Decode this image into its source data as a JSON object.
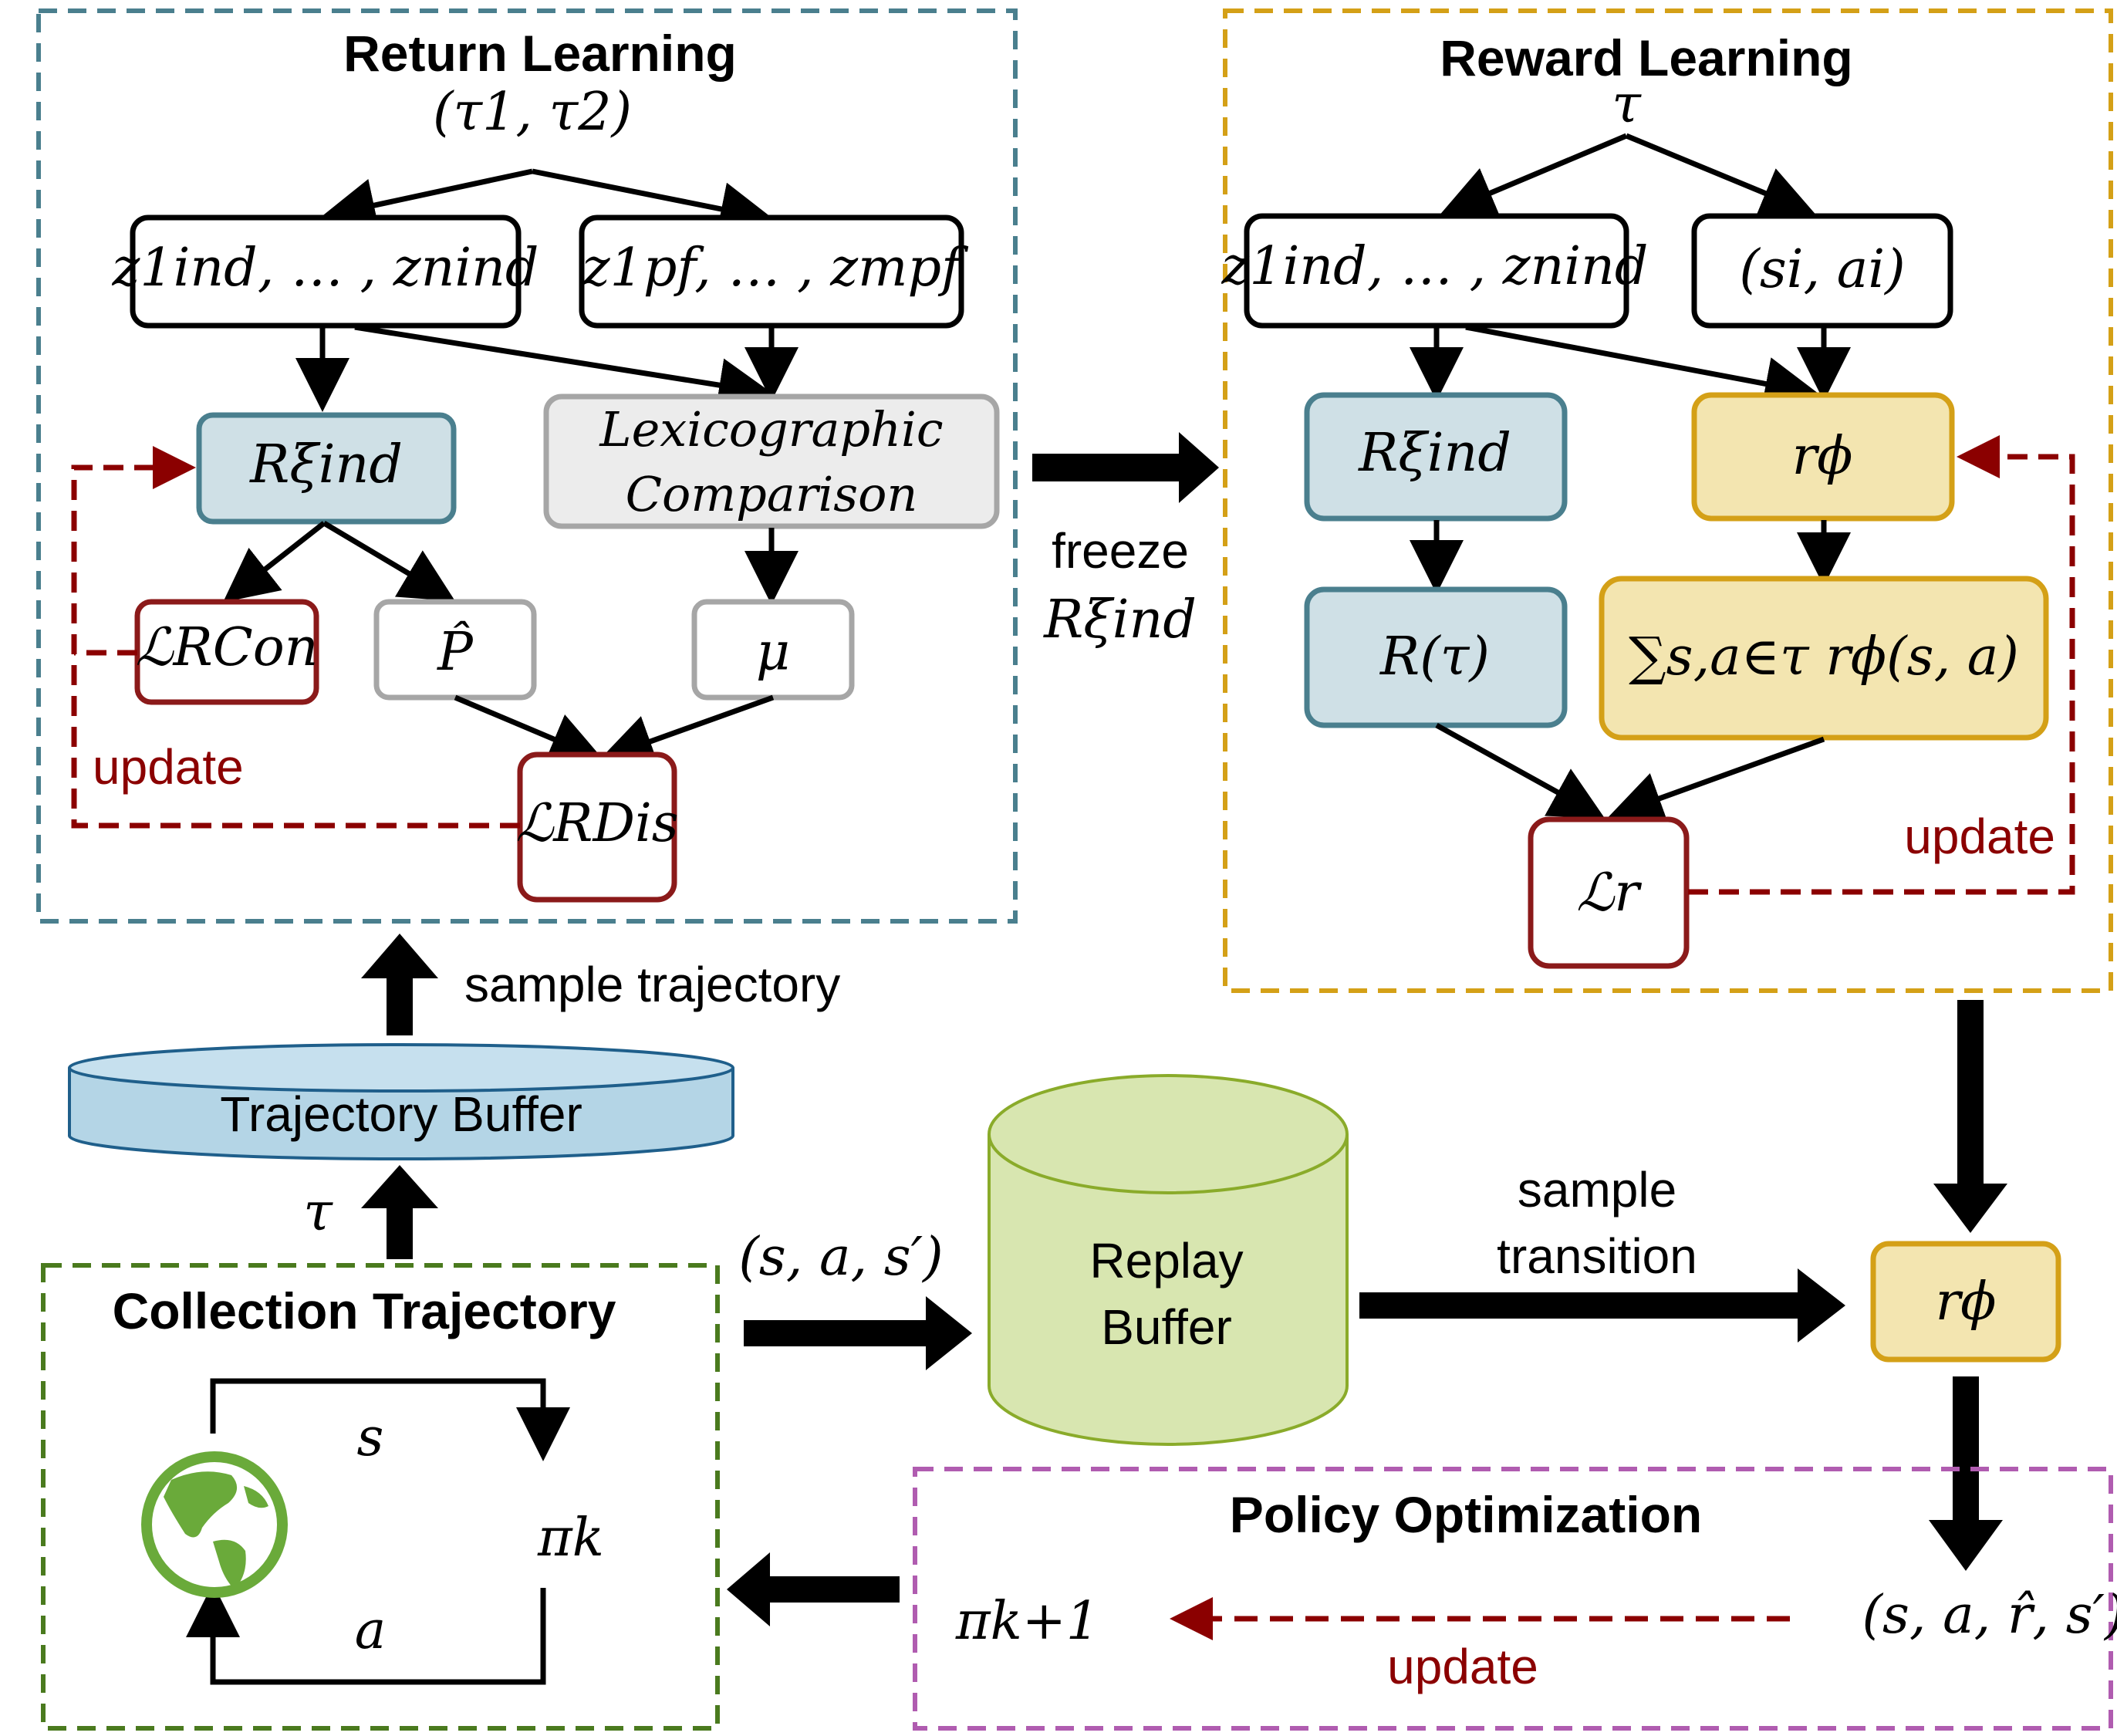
{
  "colors": {
    "return_frame": "#4a7f8e",
    "reward_frame": "#d4a017",
    "collection_frame": "#4a7a1e",
    "policy_frame": "#b05cb0",
    "update_red": "#8b0000",
    "ind_box_fill": "#cfe0e6",
    "ind_box_stroke": "#4a7f8e",
    "reward_box_fill": "#f3e5b0",
    "reward_box_stroke": "#d4a017",
    "traj_buffer_fill": "#b4d5e6",
    "replay_buffer_fill": "#d8e6b0",
    "globe_green": "#6aaa3a"
  },
  "return_learning": {
    "title": "Return Learning",
    "input": "(τ1, τ2)",
    "z_ind": "z1ind, … , znind",
    "z_pf": "z1pf, … , zmpf",
    "r_xi": "Rξind",
    "lexi_line1": "Lexicographic",
    "lexi_line2": "Comparison",
    "loss_con": "ℒRCon",
    "p_hat": "P̂",
    "mu": "μ",
    "loss_dis": "ℒRDis",
    "update_label": "update"
  },
  "freeze": {
    "label": "freeze",
    "target": "Rξind"
  },
  "reward_learning": {
    "title": "Reward Learning",
    "input": "τ",
    "z_ind": "z1ind, … , znind",
    "state_action": "(si, ai)",
    "r_xi": "Rξind",
    "r_phi": "rϕ",
    "return_tau": "R(τ)",
    "sum_expr": "∑s,a∈τ rϕ(s, a)",
    "loss_r": "ℒr",
    "update_label": "update"
  },
  "sample_trajectory_label": "sample trajectory",
  "trajectory_buffer_label": "Trajectory Buffer",
  "tau_label": "τ",
  "collection": {
    "title": "Collection Trajectory",
    "s_label": "s",
    "a_label": "a",
    "pi_k": "πk",
    "globe_icon": "globe-icon"
  },
  "transition_label": "(s, a, s′)",
  "replay_buffer": {
    "line1": "Replay",
    "line2": "Buffer"
  },
  "sample_transition": {
    "line1": "sample",
    "line2": "transition"
  },
  "r_phi_right": "rϕ",
  "policy_optimization": {
    "title": "Policy Optimization",
    "pi_next": "πk+1",
    "tuple": "(s, a, r̂, s′)",
    "update_label": "update"
  }
}
